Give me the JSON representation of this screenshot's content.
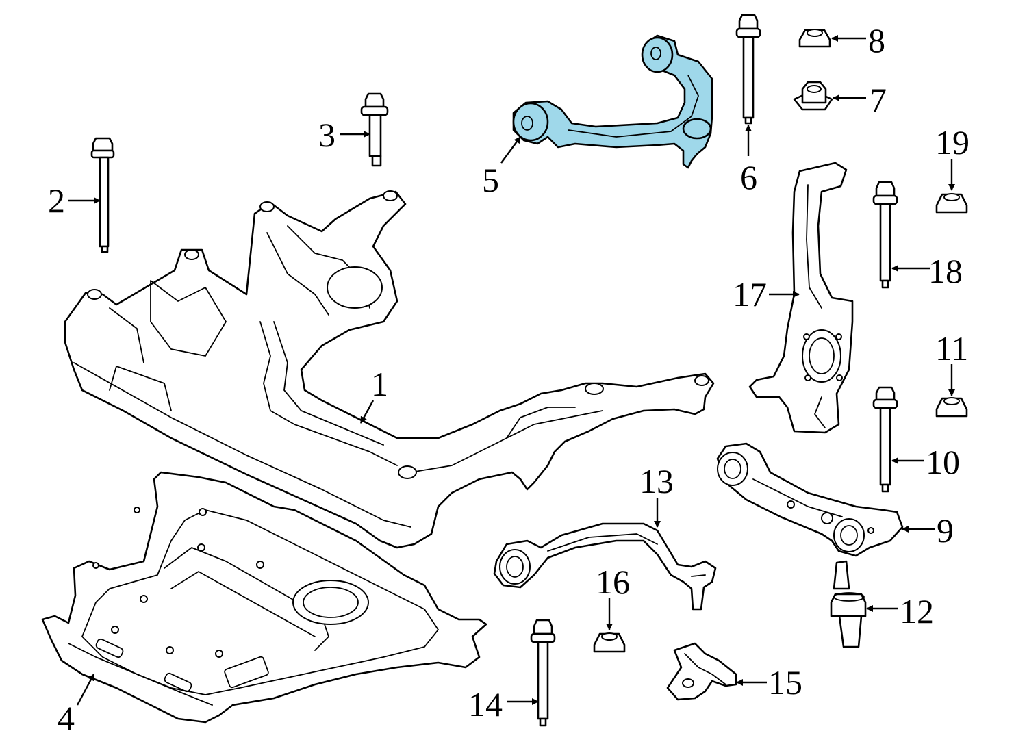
{
  "diagram": {
    "highlight_color": "#9fd8ea",
    "callouts": [
      {
        "id": "1",
        "label": "1"
      },
      {
        "id": "2",
        "label": "2"
      },
      {
        "id": "3",
        "label": "3"
      },
      {
        "id": "4",
        "label": "4"
      },
      {
        "id": "5",
        "label": "5",
        "highlighted": true
      },
      {
        "id": "6",
        "label": "6"
      },
      {
        "id": "7",
        "label": "7"
      },
      {
        "id": "8",
        "label": "8"
      },
      {
        "id": "9",
        "label": "9"
      },
      {
        "id": "10",
        "label": "10"
      },
      {
        "id": "11",
        "label": "11"
      },
      {
        "id": "12",
        "label": "12"
      },
      {
        "id": "13",
        "label": "13"
      },
      {
        "id": "14",
        "label": "14"
      },
      {
        "id": "15",
        "label": "15"
      },
      {
        "id": "16",
        "label": "16"
      },
      {
        "id": "17",
        "label": "17"
      },
      {
        "id": "18",
        "label": "18"
      },
      {
        "id": "19",
        "label": "19"
      }
    ]
  }
}
